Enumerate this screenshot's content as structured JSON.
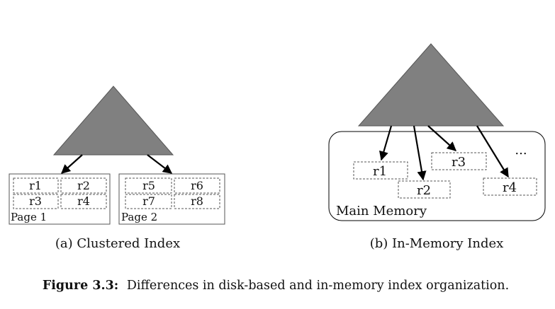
{
  "clustered": {
    "pages": [
      {
        "label": "Page 1",
        "records": [
          "r1",
          "r2",
          "r3",
          "r4"
        ]
      },
      {
        "label": "Page 2",
        "records": [
          "r5",
          "r6",
          "r7",
          "r8"
        ]
      }
    ],
    "caption": "(a) Clustered Index"
  },
  "in_memory": {
    "records": [
      "r1",
      "r2",
      "r3",
      "r4"
    ],
    "ellipsis": "...",
    "container_label": "Main Memory",
    "caption": "(b) In-Memory Index"
  },
  "figure": {
    "label": "Figure 3.3:",
    "text": "Differences in disk-based and in-memory index organization."
  },
  "colors": {
    "tree_fill": "#808080",
    "stroke": "#000000",
    "dashed_stroke": "#555555"
  }
}
